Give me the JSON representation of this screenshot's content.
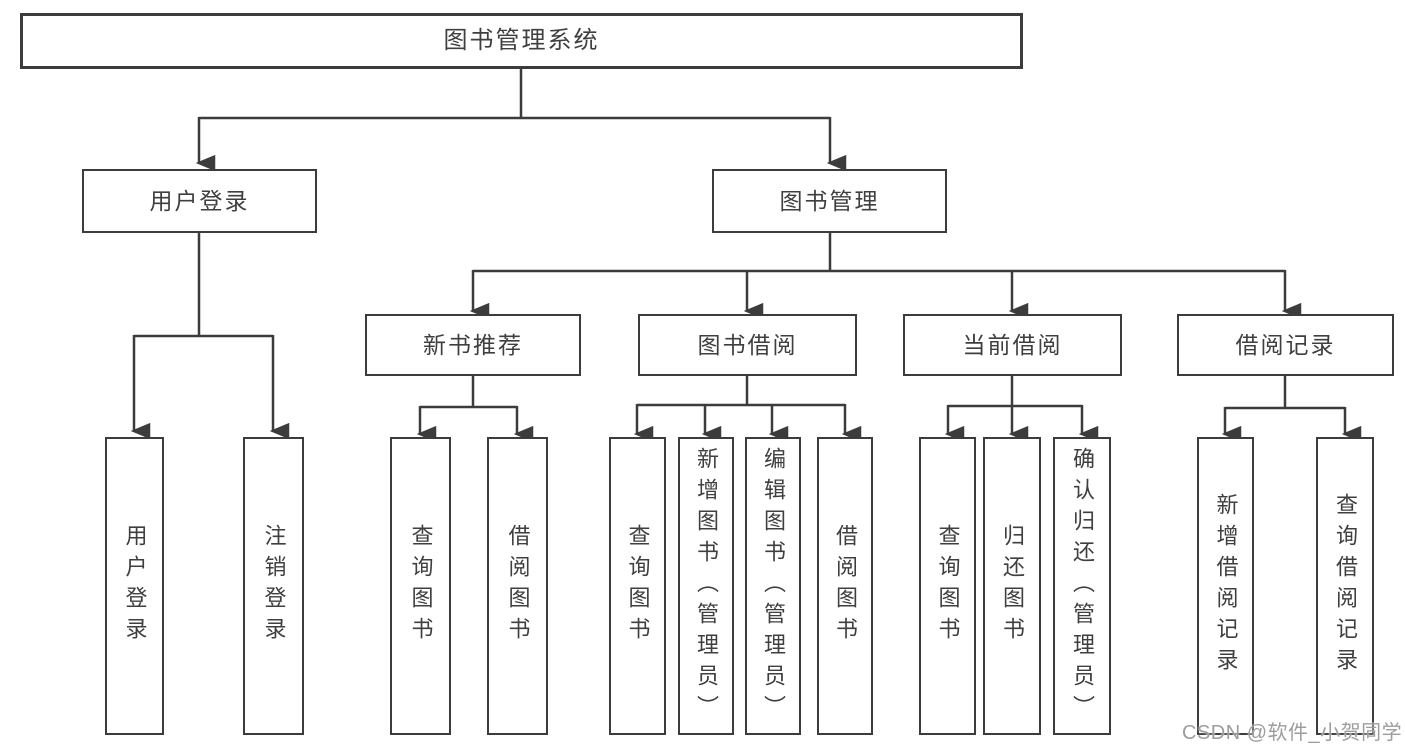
{
  "root": {
    "label": "图书管理系统"
  },
  "level2": [
    {
      "label": "用户登录"
    },
    {
      "label": "图书管理"
    }
  ],
  "level3": [
    {
      "label": "新书推荐"
    },
    {
      "label": "图书借阅"
    },
    {
      "label": "当前借阅"
    },
    {
      "label": "借阅记录"
    }
  ],
  "leaves": {
    "user": [
      "用户登录",
      "注销登录"
    ],
    "recommend": [
      "查询图书",
      "借阅图书"
    ],
    "borrow": [
      "查询图书",
      "新增图书（管理员）",
      "编辑图书（管理员）",
      "借阅图书"
    ],
    "current": [
      "查询图书",
      "归还图书",
      "确认归还（管理员）"
    ],
    "records": [
      "新增借阅记录",
      "查询借阅记录"
    ]
  },
  "watermark": "CSDN @软件_小贺同学",
  "colors": {
    "line": "#3c3c3c",
    "box_border": "#3c3c3c",
    "text": "#3f3f3f",
    "watermark": "#9d9d9d",
    "background": "#ffffff"
  }
}
